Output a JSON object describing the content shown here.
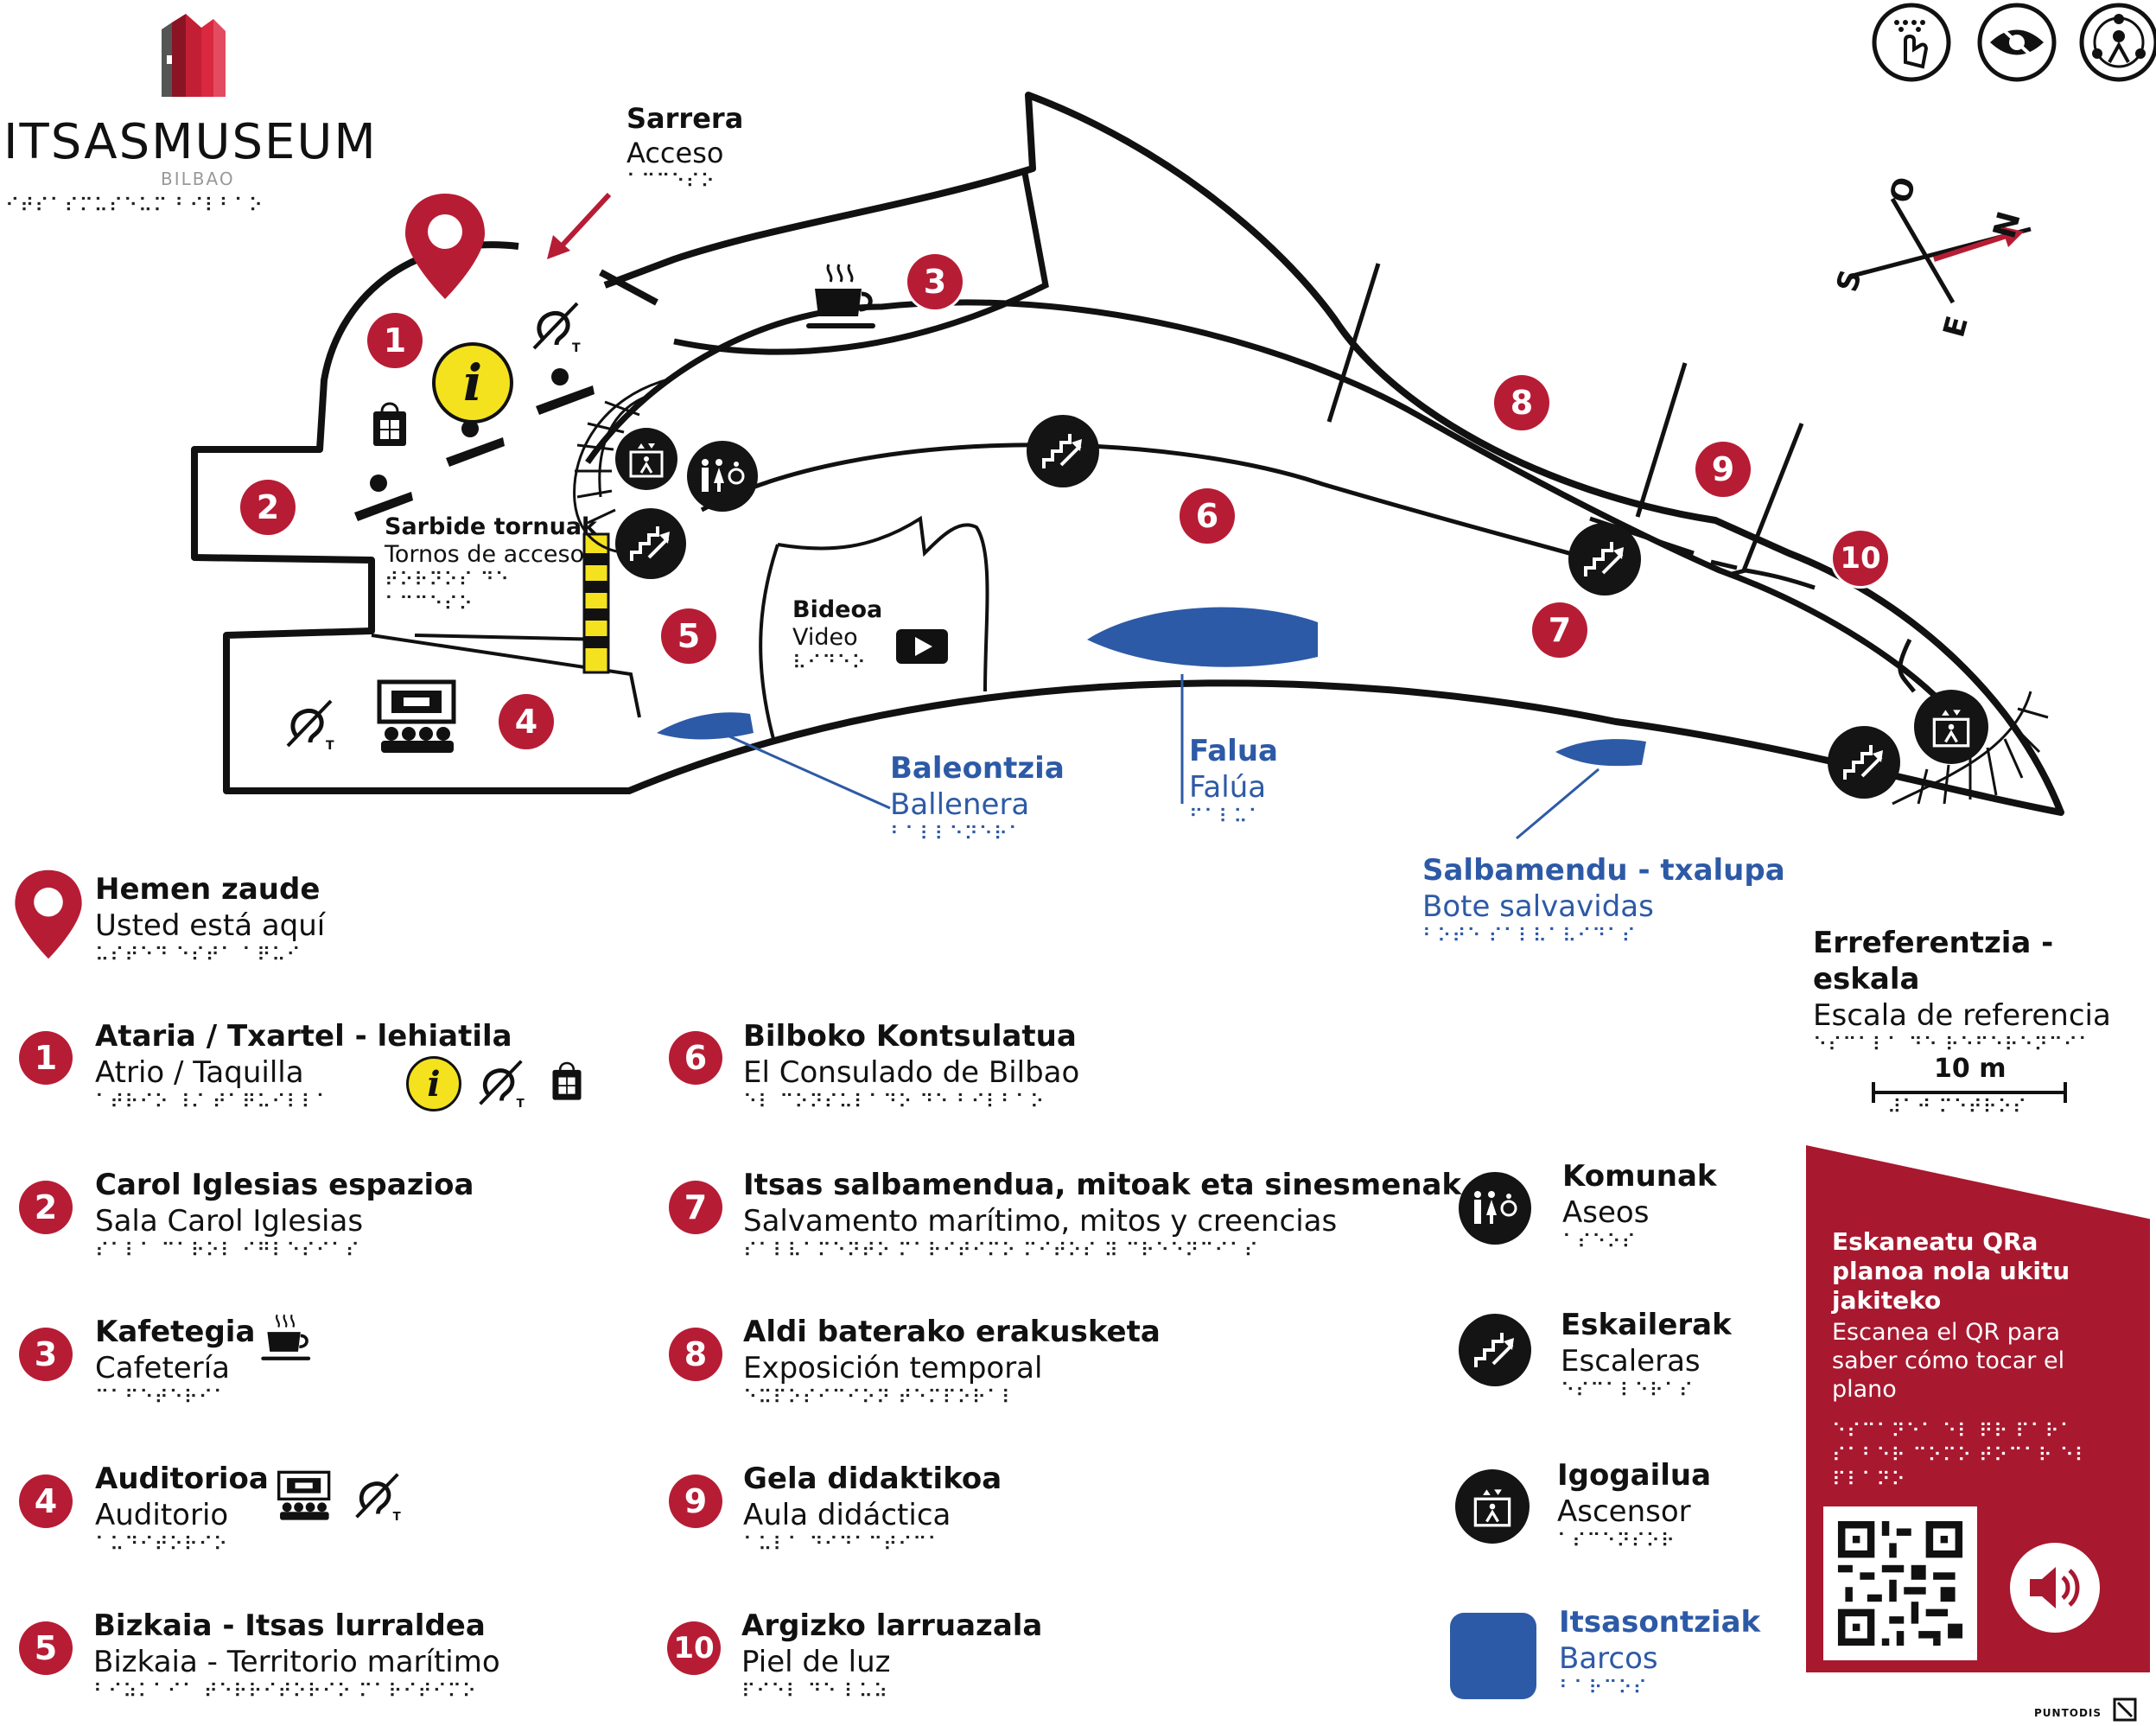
{
  "brand": {
    "logo_text": "ITSASMUSEUM",
    "logo_sub": "BILBAO",
    "braille": "⠊⠞⠎⠁⠎⠍⠥⠎⠑⠥⠍ ⠃⠊⠇⠃⠁⠕"
  },
  "entrance": {
    "title": "Sarrera",
    "subtitle": "Acceso",
    "braille": "⠁⠉⠉⠑⠎⠕"
  },
  "turnstiles": {
    "title": "Sarbide tornuak",
    "subtitle": "Tornos de acceso",
    "braille": "⠞⠕⠗⠝⠕⠎ ⠙⠑ ⠁⠉⠉⠑⠎⠕"
  },
  "video": {
    "title": "Bideoa",
    "subtitle": "Video",
    "braille": "⠧⠊⠙⠑⠕"
  },
  "boats_on_map": [
    {
      "title": "Baleontzia",
      "subtitle": "Ballenera",
      "braille": "⠃⠁⠇⠇⠑⠝⠑⠗⠁"
    },
    {
      "title": "Falua",
      "subtitle": "Falúa",
      "braille": "⠋⠁⠇⠥⠁"
    },
    {
      "title": "Salbamendu - txalupa",
      "subtitle": "Bote salvavidas",
      "braille": "⠃⠕⠞⠑ ⠎⠁⠇⠧⠁⠧⠊⠙⠁⠎"
    }
  ],
  "compass": {
    "north": "N",
    "south": "S",
    "east": "E",
    "west": "O"
  },
  "map_numbers": [
    "1",
    "2",
    "3",
    "4",
    "5",
    "6",
    "7",
    "8",
    "9",
    "10"
  ],
  "you_are_here": {
    "title": "Hemen zaude",
    "subtitle": "Usted está aquí",
    "braille": "⠥⠎⠞⠑⠙ ⠑⠎⠞⠁ ⠁⠟⠥⠊"
  },
  "legend_left": [
    {
      "num": "1",
      "title": "Ataria / Txartel - lehiatila",
      "subtitle": "Atrio / Taquilla",
      "braille": "⠁⠞⠗⠊⠕ ⠸⠌ ⠞⠁⠟⠥⠊⠇⠇⠁"
    },
    {
      "num": "2",
      "title": "Carol Iglesias espazioa",
      "subtitle": "Sala Carol Iglesias",
      "braille": "⠎⠁⠇⠁ ⠉⠁⠗⠕⠇ ⠊⠛⠇⠑⠎⠊⠁⠎"
    },
    {
      "num": "3",
      "title": "Kafetegia",
      "subtitle": "Cafetería",
      "braille": "⠉⠁⠋⠑⠞⠑⠗⠊⠁"
    },
    {
      "num": "4",
      "title": "Auditorioa",
      "subtitle": "Auditorio",
      "braille": "⠁⠥⠙⠊⠞⠕⠗⠊⠕"
    },
    {
      "num": "5",
      "title": "Bizkaia - Itsas lurraldea",
      "subtitle": "Bizkaia - Territorio marítimo",
      "braille": "⠃⠊⠵⠅⠁⠊⠁ ⠞⠑⠗⠗⠊⠞⠕⠗⠊⠕ ⠍⠁⠗⠊⠞⠊⠍⠕"
    }
  ],
  "legend_mid": [
    {
      "num": "6",
      "title": "Bilboko Kontsulatua",
      "subtitle": "El Consulado de Bilbao",
      "braille": "⠑⠇ ⠉⠕⠝⠎⠥⠇⠁⠙⠕ ⠙⠑ ⠃⠊⠇⠃⠁⠕"
    },
    {
      "num": "7",
      "title": "Itsas salbamendua, mitoak eta sinesmenak",
      "subtitle": "Salvamento marítimo, mitos y creencias",
      "braille": "⠎⠁⠇⠧⠁⠍⠑⠝⠞⠕ ⠍⠁⠗⠊⠞⠊⠍⠕ ⠍⠊⠞⠕⠎ ⠽ ⠉⠗⠑⠑⠝⠉⠊⠁⠎"
    },
    {
      "num": "8",
      "title": "Aldi baterako erakusketa",
      "subtitle": "Exposición temporal",
      "braille": "⠑⠭⠏⠕⠎⠊⠉⠊⠕⠝ ⠞⠑⠍⠏⠕⠗⠁⠇"
    },
    {
      "num": "9",
      "title": "Gela didaktikoa",
      "subtitle": "Aula didáctica",
      "braille": "⠁⠥⠇⠁ ⠙⠊⠙⠁⠉⠞⠊⠉⠁"
    },
    {
      "num": "10",
      "title": "Argizko larruazala",
      "subtitle": "Piel de luz",
      "braille": "⠏⠊⠑⠇ ⠙⠑ ⠇⠥⠵"
    }
  ],
  "legend_services": [
    {
      "icon": "toilets-icon",
      "title": "Komunak",
      "subtitle": "Aseos",
      "braille": "⠁⠎⠑⠕⠎"
    },
    {
      "icon": "stairs-icon",
      "title": "Eskailerak",
      "subtitle": "Escaleras",
      "braille": "⠑⠎⠉⠁⠇⠑⠗⠁⠎"
    },
    {
      "icon": "elevator-icon",
      "title": "Igogailua",
      "subtitle": "Ascensor",
      "braille": "⠁⠎⠉⠑⠝⠎⠕⠗"
    },
    {
      "icon": "boats-icon",
      "title": "Itsasontziak",
      "subtitle": "Barcos",
      "braille": "⠃⠁⠗⠉⠕⠎"
    }
  ],
  "scale": {
    "title": "Erreferentzia - eskala",
    "subtitle": "Escala de referencia",
    "braille": "⠑⠎⠉⠁⠇⠁ ⠙⠑ ⠗⠑⠋⠑⠗⠑⠝⠉⠊⠁",
    "value": "10 m",
    "value_braille": "⠼⠁⠚ ⠍⠑⠞⠗⠕⠎"
  },
  "qr_panel": {
    "title": "Eskaneatu QRa planoa nola ukitu jakiteko",
    "subtitle": "Escanea el QR para saber cómo tocar el plano",
    "braille": "⠑⠎⠉⠁⠝⠑⠁ ⠑⠇ ⠟⠗ ⠏⠁⠗⠁ ⠎⠁⠃⠑⠗ ⠉⠕⠍⠕ ⠞⠕⠉⠁⠗ ⠑⠇ ⠏⠇⠁⠝⠕"
  },
  "footer": {
    "maker": "PUNTODIS"
  },
  "colors": {
    "brand_red": "#b71c35",
    "boat_blue": "#2d5aa6",
    "info_yellow": "#f4e21e",
    "panel_red": "#a8182f",
    "dark": "#141414"
  }
}
